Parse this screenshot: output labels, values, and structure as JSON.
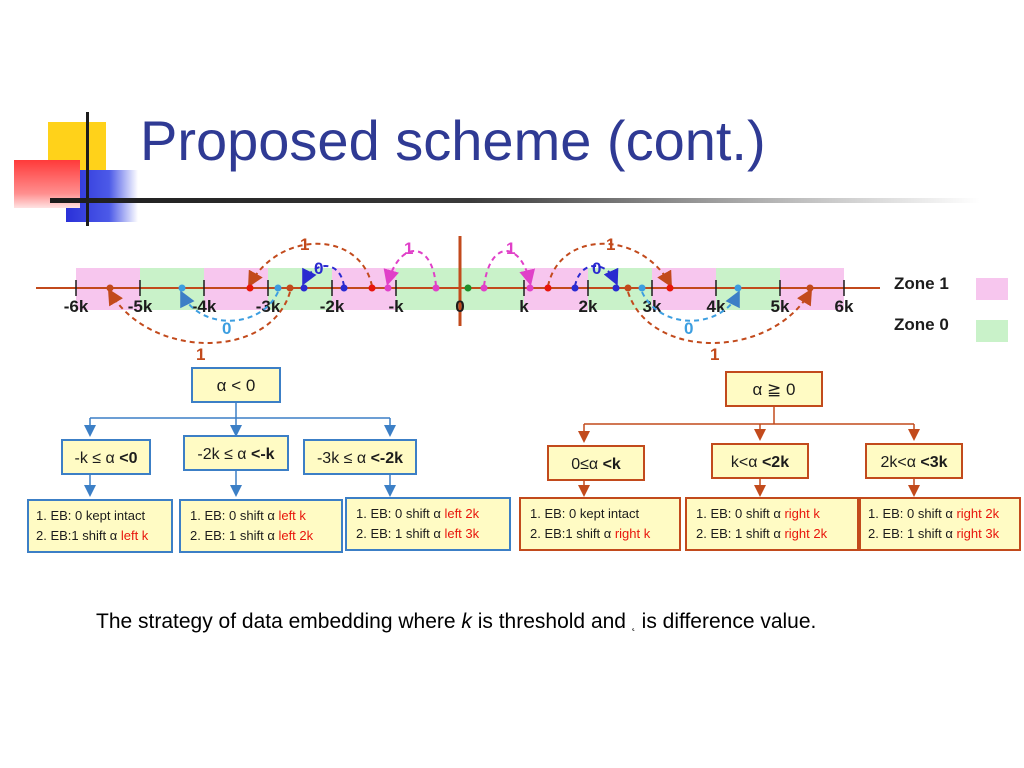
{
  "slide": {
    "title": "Proposed scheme (cont.)",
    "caption": {
      "part1": "The strategy of data embedding where ",
      "k": "k",
      "part2": " is threshold and ",
      "alpha": "˛",
      "part3": " is difference value."
    }
  },
  "colors": {
    "title": "#2f3a94",
    "zone1": "#f7c6ee",
    "zone0": "#c9f2c9",
    "left_tree": "#3c7fc6",
    "right_tree": "#c24a1c",
    "box_fill": "#fffbc4",
    "box_border_blue": "#3c7fc6",
    "box_border_orange": "#c24a1c",
    "highlight": "#e8160c"
  },
  "number_line": {
    "ticks": [
      "-6k",
      "-5k",
      "-4k",
      "-3k",
      "-2k",
      "-k",
      "0",
      "k",
      "2k",
      "3k",
      "4k",
      "5k",
      "6k"
    ],
    "arc_labels": {
      "left_top_one": "1",
      "left_top_zero": "0",
      "left_mid_one": "1",
      "right_mid_one": "1",
      "right_top_zero": "0",
      "right_top_one": "1",
      "left_bottom_zero": "0",
      "left_bottom_one": "1",
      "right_bottom_zero": "0",
      "right_bottom_one": "1"
    }
  },
  "legend": {
    "zone1": "Zone 1",
    "zone0": "Zone 0"
  },
  "left_tree": {
    "root": "α < 0",
    "branches": [
      {
        "condition_pre": "-k ≤ α ",
        "condition_bold": "<0",
        "rule1_pre": "1. EB: 0 kept intact",
        "rule1_hl": "",
        "rule2_pre": "2. EB:1 shift α ",
        "rule2_hl": "left k"
      },
      {
        "condition_pre": "-2k ≤ α ",
        "condition_bold": "<-k",
        "rule1_pre": "1. EB: 0 shift α ",
        "rule1_hl": "left k",
        "rule2_pre": "2. EB: 1 shift α ",
        "rule2_hl": "left 2k"
      },
      {
        "condition_pre": "-3k ≤ α ",
        "condition_bold": "<-2k",
        "rule1_pre": "1. EB: 0 shift α ",
        "rule1_hl": "left 2k",
        "rule2_pre": "2. EB: 1 shift α ",
        "rule2_hl": "left 3k"
      }
    ]
  },
  "right_tree": {
    "root": "α ≧ 0",
    "branches": [
      {
        "condition_pre": "0≤α ",
        "condition_bold": "<k",
        "rule1_pre": "1. EB: 0 kept intact",
        "rule1_hl": "",
        "rule2_pre": "2. EB:1 shift α ",
        "rule2_hl": "right k"
      },
      {
        "condition_pre": "k<α ",
        "condition_bold": "<2k",
        "rule1_pre": "1. EB: 0 shift α ",
        "rule1_hl": "right k",
        "rule2_pre": "2. EB: 1 shift α ",
        "rule2_hl": "right 2k"
      },
      {
        "condition_pre": "2k<α ",
        "condition_bold": "<3k",
        "rule1_pre": "1. EB: 0 shift α ",
        "rule1_hl": "right 2k",
        "rule2_pre": "2. EB: 1 shift α ",
        "rule2_hl": "right 3k"
      }
    ]
  }
}
